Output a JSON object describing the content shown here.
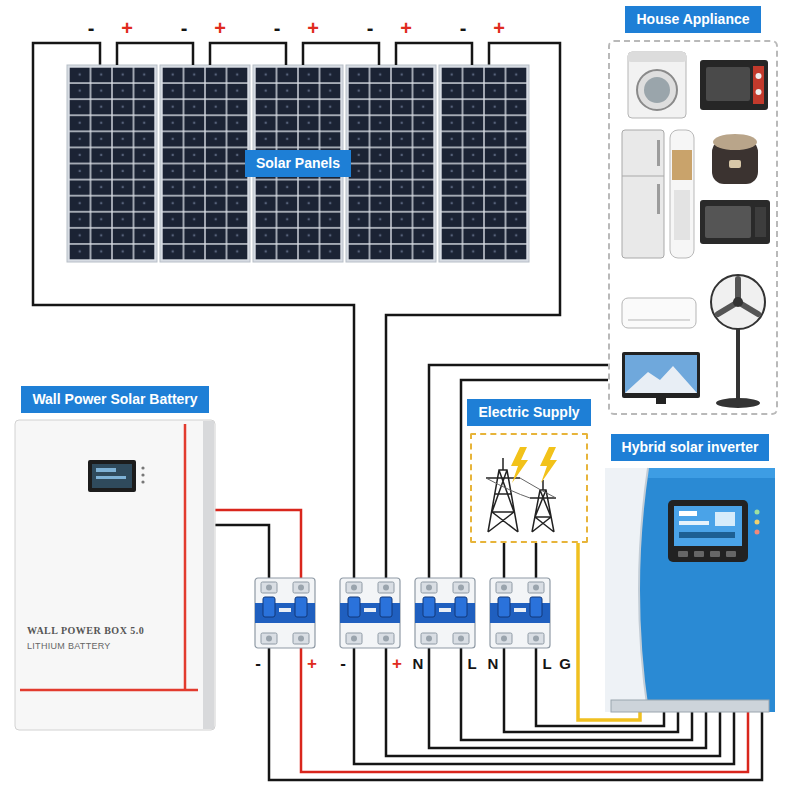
{
  "diagram": {
    "nodes": [
      {
        "text": [
          "Solar Panels"
        ]
      },
      {
        "text": [
          "House Appliance"
        ]
      },
      {
        "text": [
          "Wall Power Solar Battery",
          "WALL POWER BOX 5.0",
          "LITHIUM BATTERY"
        ]
      },
      {
        "text": [
          "Electric Supply"
        ]
      },
      {
        "text": [
          "Hybrid solar inverter"
        ]
      }
    ],
    "edges": [
      {
        "from": 0,
        "to": 4,
        "arrow": "none"
      },
      {
        "from": 0,
        "to": 4,
        "arrow": "none"
      },
      {
        "from": 2,
        "to": 4,
        "arrow": "none"
      },
      {
        "from": 2,
        "to": 4,
        "arrow": "none"
      },
      {
        "from": 1,
        "to": 4,
        "arrow": "none"
      },
      {
        "from": 1,
        "to": 4,
        "arrow": "none"
      },
      {
        "from": 3,
        "to": 4,
        "arrow": "none"
      },
      {
        "from": 3,
        "to": 4,
        "arrow": "none"
      },
      {
        "from": 3,
        "to": 4,
        "arrow": "none"
      }
    ],
    "labels": [
      "-",
      "+",
      "-",
      "+",
      "-",
      "+",
      "-",
      "+",
      "-",
      "+",
      "-",
      "+",
      "-",
      "+",
      "N",
      "L",
      "N",
      "L",
      "G"
    ]
  }
}
